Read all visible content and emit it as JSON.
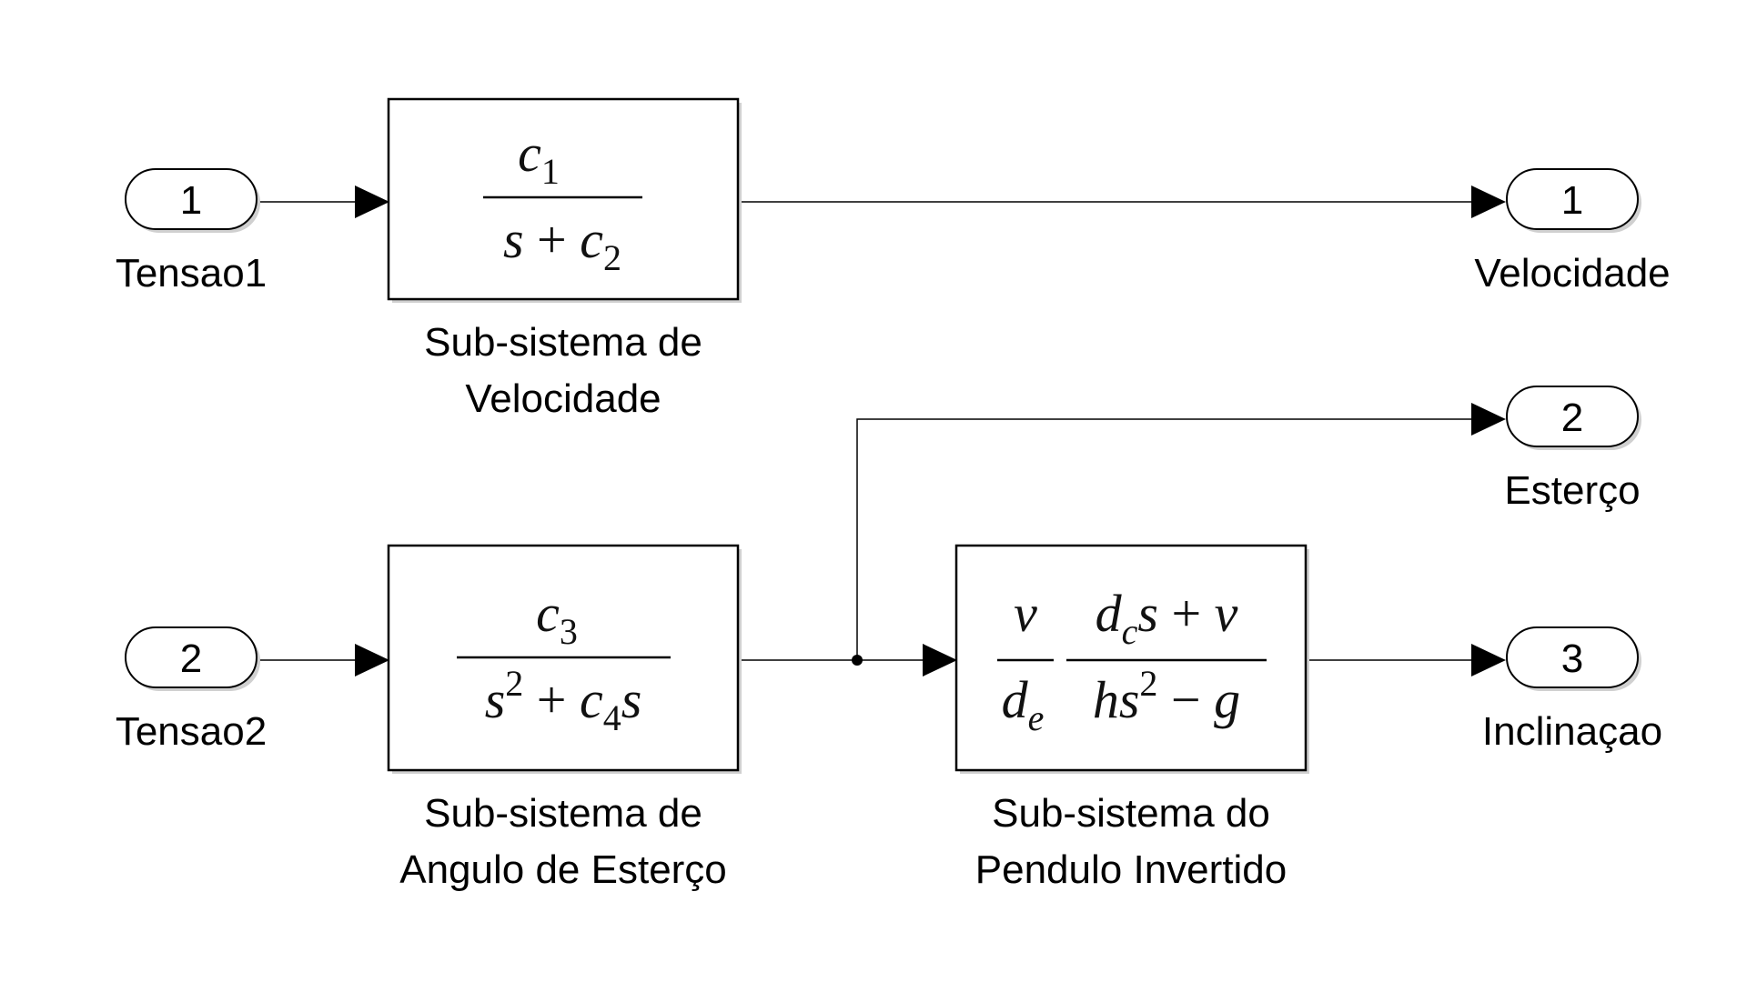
{
  "inports": [
    {
      "number": "1",
      "name": "Tensao1"
    },
    {
      "number": "2",
      "name": "Tensao2"
    }
  ],
  "outports": [
    {
      "number": "1",
      "name": "Velocidade"
    },
    {
      "number": "2",
      "name": "Esterço"
    },
    {
      "number": "3",
      "name": "Inclinaçao"
    }
  ],
  "blocks": [
    {
      "label_line1": "Sub-sistema de",
      "label_line2": "Velocidade",
      "numerator": "c1",
      "denominator": "s + c2"
    },
    {
      "label_line1": "Sub-sistema de",
      "label_line2": "Angulo de Esterço",
      "numerator": "c3",
      "denominator": "s2 + c4s"
    },
    {
      "label_line1": "Sub-sistema do",
      "label_line2": "Pendulo Invertido",
      "numerator": "v dcs + v",
      "denominator": "de hs2 − g"
    }
  ]
}
